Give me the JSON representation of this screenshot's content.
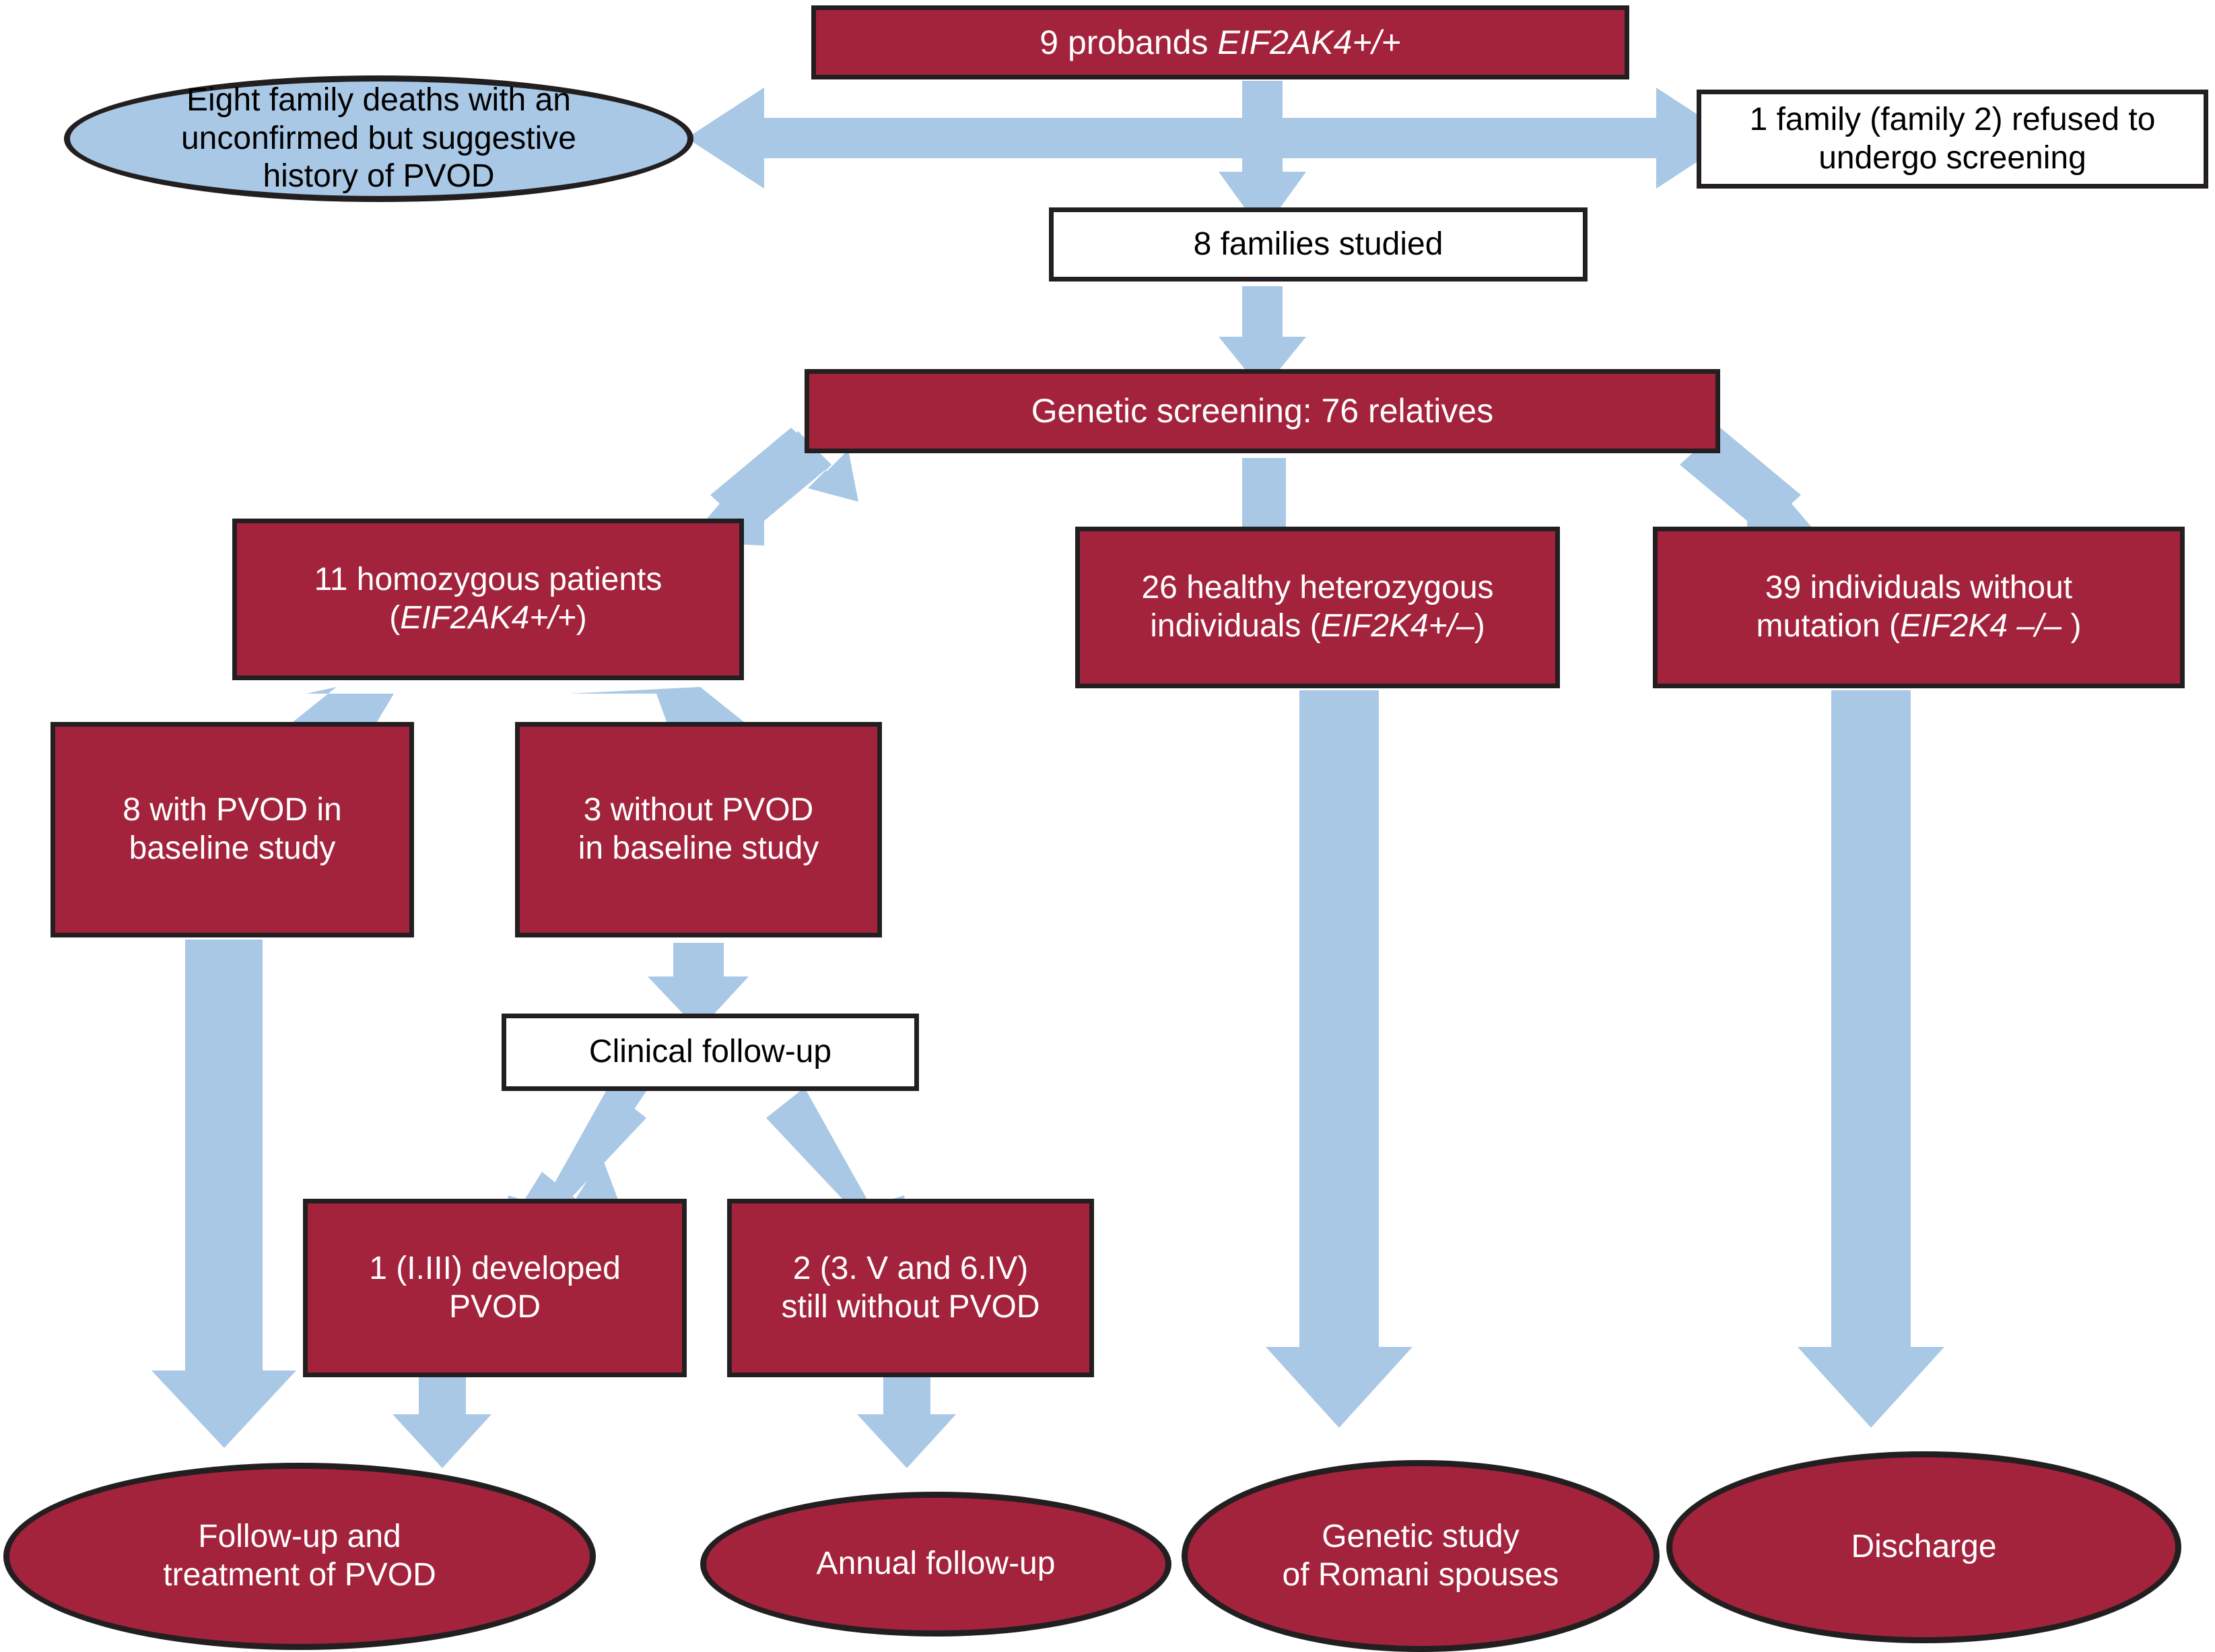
{
  "diagram": {
    "title": "PVOD family genetic screening flowchart",
    "colors": {
      "node_red": "#A3233C",
      "node_blue": "#A8C8E6",
      "arrow_blue": "#A8C8E6",
      "outline": "#231f20",
      "background": "#FFFFFF"
    }
  },
  "nodes": {
    "probands": {
      "text_plain": "9 probands ",
      "text_italic": "EIF2AK4+/+"
    },
    "family_deaths": {
      "line1": "Eight family deaths with an",
      "line2": "unconfirmed but suggestive",
      "line3": "history of PVOD"
    },
    "refused": {
      "line1": "1 family (family 2) refused to",
      "line2": "undergo screening"
    },
    "families_studied": {
      "text": "8 families studied"
    },
    "genetic_screening": {
      "text": "Genetic screening: 76 relatives"
    },
    "homozygous": {
      "line1": "11 homozygous patients",
      "line2_pre": "(",
      "line2_italic": "EIF2AK4+/+",
      "line2_post": ")"
    },
    "heterozygous": {
      "line1": "26 healthy heterozygous",
      "line2_pre": "individuals (",
      "line2_italic": "EIF2K4+/–",
      "line2_post": ")"
    },
    "no_mutation": {
      "line1": "39 individuals without",
      "line2_pre": "mutation (",
      "line2_italic": "EIF2K4 –/–",
      "line2_post": " )"
    },
    "with_pvod": {
      "line1": "8 with PVOD in",
      "line2": "baseline study"
    },
    "without_pvod": {
      "line1": "3 without PVOD",
      "line2": "in baseline study"
    },
    "clinical_followup": {
      "text": "Clinical follow-up"
    },
    "developed_pvod": {
      "line1": "1 (I.III) developed",
      "line2": "PVOD"
    },
    "still_without_pvod": {
      "line1": "2 (3. V and 6.IV)",
      "line2": "still without PVOD"
    },
    "followup_treatment": {
      "line1": "Follow-up and",
      "line2": "treatment of PVOD"
    },
    "annual_followup": {
      "text": "Annual follow-up"
    },
    "romani_spouses": {
      "line1": "Genetic study",
      "line2": "of Romani spouses"
    },
    "discharge": {
      "text": "Discharge"
    }
  }
}
